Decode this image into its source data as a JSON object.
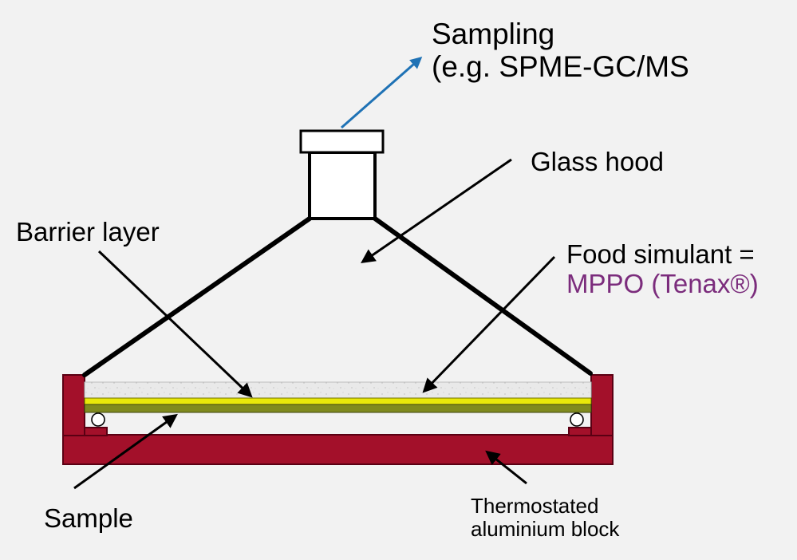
{
  "labels": {
    "sampling_line1": "Sampling",
    "sampling_line2": "(e.g. SPME-GC/MS",
    "glass_hood": "Glass hood",
    "barrier_layer": "Barrier layer",
    "food_simulant_line1": "Food simulant =",
    "food_simulant_line2": "MPPO (Tenax®)",
    "sample": "Sample",
    "thermostated_line1": "Thermostated",
    "thermostated_line2": "aluminium block"
  },
  "colors": {
    "background": "#f2f2f2",
    "hood_outline": "#000000",
    "block_fill": "#a3102a",
    "block_stroke": "#5a0013",
    "barrier_yellow": "#e8e80a",
    "sample_olive": "#7f8a1e",
    "simulant_granular": "#e6e6e6",
    "arrow_blue": "#1f72b5",
    "purple_text": "#7b2c7c"
  }
}
